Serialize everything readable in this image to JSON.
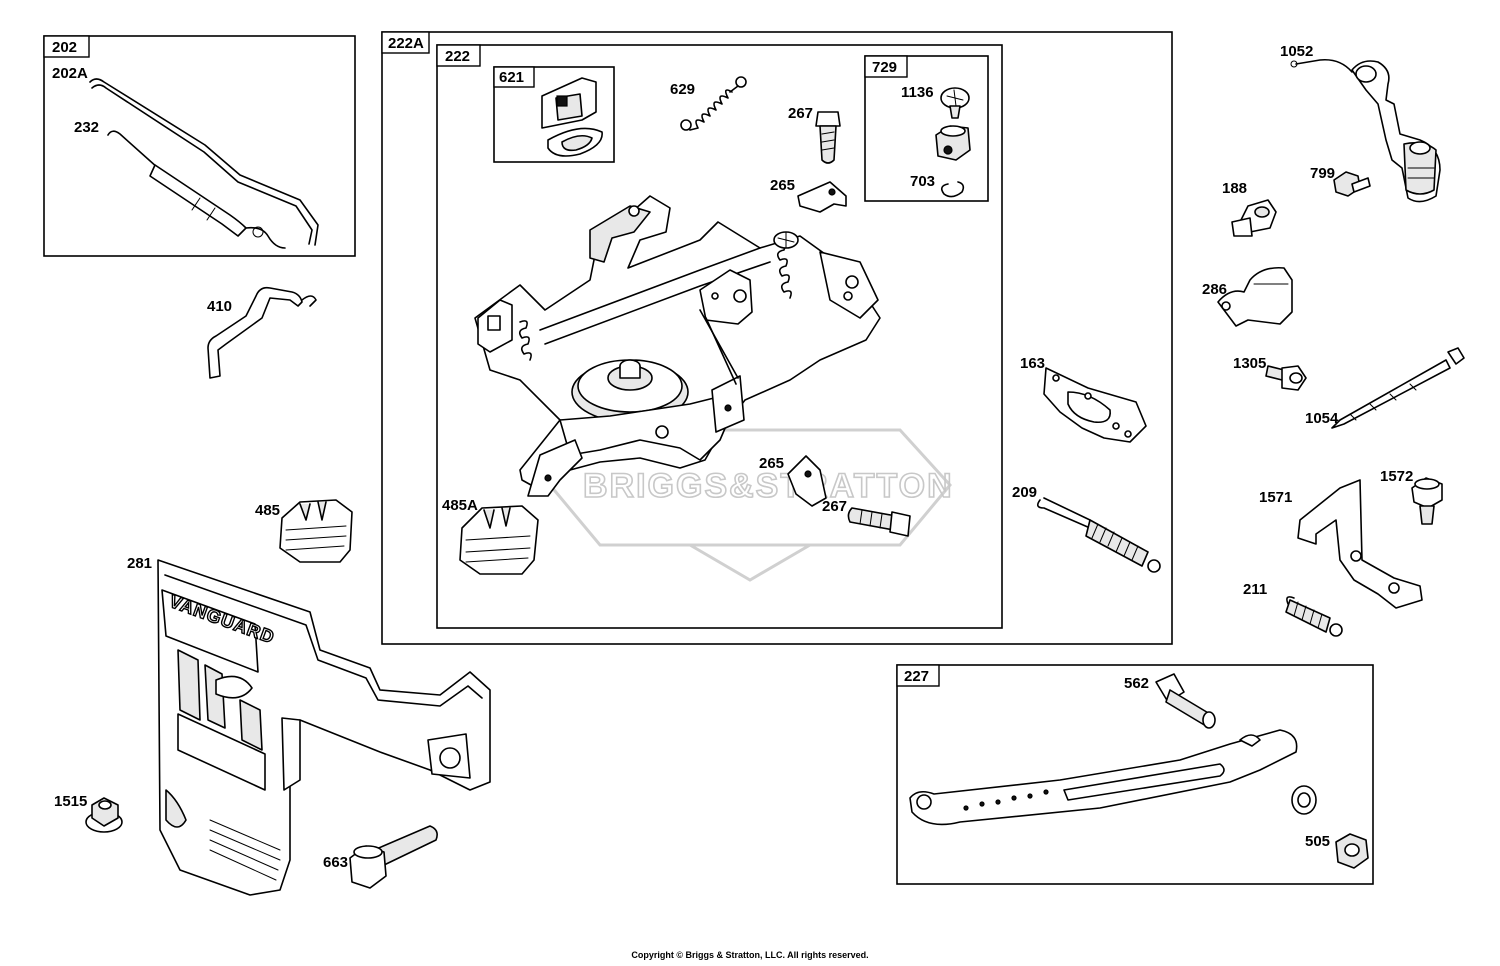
{
  "group_tags": {
    "g202": "202",
    "g222A": "222A",
    "g222": "222",
    "g621": "621",
    "g729": "729",
    "g227": "227"
  },
  "part_labels": {
    "p202A": "202A",
    "p232": "232",
    "p410": "410",
    "p629": "629",
    "p267a": "267",
    "p265a": "265",
    "p1136": "1136",
    "p703": "703",
    "p265b": "265",
    "p267b": "267",
    "p485": "485",
    "p485A": "485A",
    "p281": "281",
    "p1515": "1515",
    "p663": "663",
    "p1052": "1052",
    "p188": "188",
    "p799": "799",
    "p286": "286",
    "p1305": "1305",
    "p163": "163",
    "p1054": "1054",
    "p209": "209",
    "p1571": "1571",
    "p1572": "1572",
    "p211": "211",
    "p562": "562",
    "p505": "505"
  },
  "watermark": "BRIGGS&STRATTON",
  "cover_brand": "VANGUARD",
  "copyright": "Copyright © Briggs & Stratton, LLC. All rights reserved."
}
